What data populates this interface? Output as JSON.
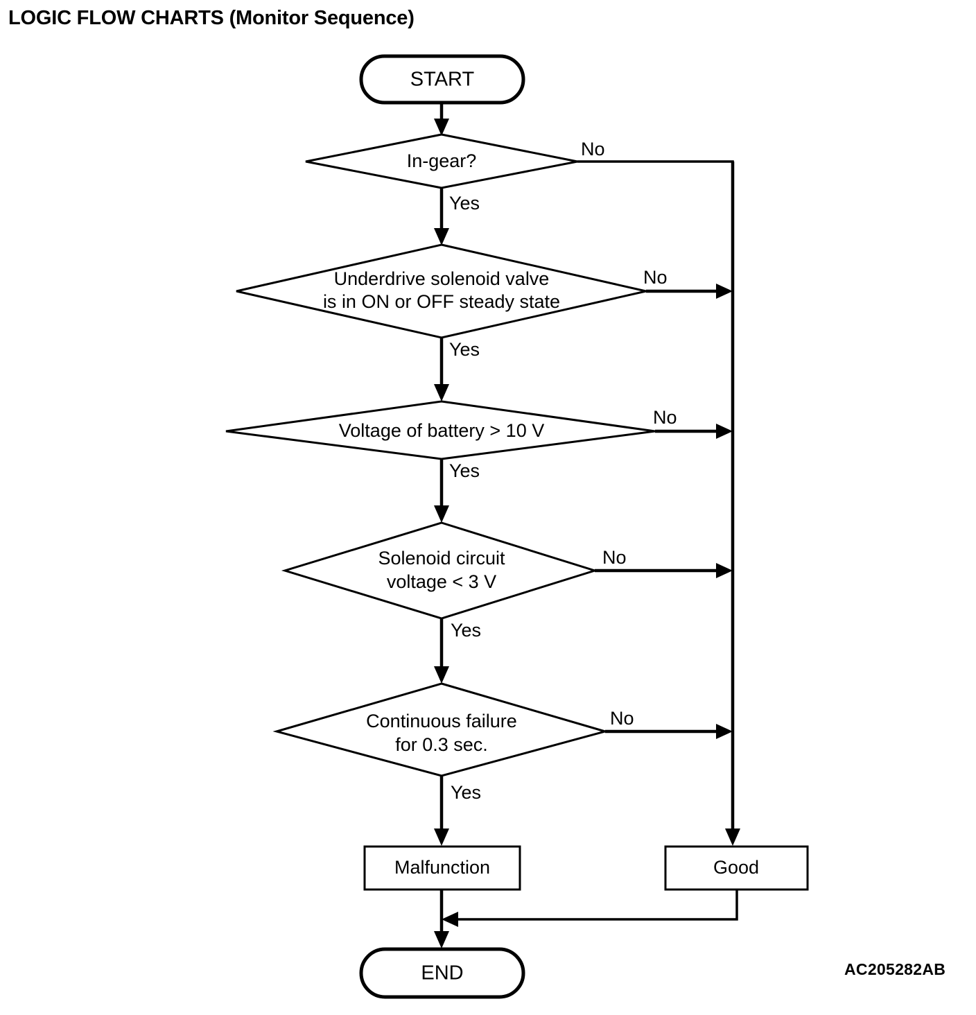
{
  "page": {
    "title": "LOGIC FLOW CHARTS (Monitor Sequence)",
    "reference_code": "AC205282AB",
    "background_color": "#ffffff",
    "line_color": "#000000"
  },
  "chart_data": {
    "type": "diagram",
    "subtype": "flowchart",
    "title": "LOGIC FLOW CHARTS (Monitor Sequence)",
    "orientation": "top-to-bottom",
    "nodes": [
      {
        "id": "start",
        "shape": "terminator",
        "label": "START"
      },
      {
        "id": "d1",
        "shape": "decision",
        "label": "In-gear?",
        "lines": [
          "In-gear?"
        ]
      },
      {
        "id": "d2",
        "shape": "decision",
        "label": "Underdrive solenoid valve is in ON or OFF steady state",
        "lines": [
          "Underdrive solenoid valve",
          "is in ON or OFF steady state"
        ]
      },
      {
        "id": "d3",
        "shape": "decision",
        "label": "Voltage of battery > 10 V",
        "lines": [
          "Voltage of battery > 10 V"
        ]
      },
      {
        "id": "d4",
        "shape": "decision",
        "label": "Solenoid circuit voltage < 3 V",
        "lines": [
          "Solenoid circuit",
          "voltage < 3 V"
        ]
      },
      {
        "id": "d5",
        "shape": "decision",
        "label": "Continuous failure for 0.3 sec.",
        "lines": [
          "Continuous failure",
          "for 0.3 sec."
        ]
      },
      {
        "id": "malfunction",
        "shape": "process",
        "label": "Malfunction"
      },
      {
        "id": "good",
        "shape": "process",
        "label": "Good"
      },
      {
        "id": "end",
        "shape": "terminator",
        "label": "END"
      }
    ],
    "edges": [
      {
        "from": "start",
        "to": "d1",
        "label": ""
      },
      {
        "from": "d1",
        "to": "d2",
        "label": "Yes"
      },
      {
        "from": "d1",
        "to": "good",
        "label": "No"
      },
      {
        "from": "d2",
        "to": "d3",
        "label": "Yes"
      },
      {
        "from": "d2",
        "to": "good",
        "label": "No"
      },
      {
        "from": "d3",
        "to": "d4",
        "label": "Yes"
      },
      {
        "from": "d3",
        "to": "good",
        "label": "No"
      },
      {
        "from": "d4",
        "to": "d5",
        "label": "Yes"
      },
      {
        "from": "d4",
        "to": "good",
        "label": "No"
      },
      {
        "from": "d5",
        "to": "malfunction",
        "label": "Yes"
      },
      {
        "from": "d5",
        "to": "good",
        "label": "No"
      },
      {
        "from": "malfunction",
        "to": "end",
        "label": ""
      },
      {
        "from": "good",
        "to": "end",
        "label": ""
      }
    ],
    "labels": {
      "yes": "Yes",
      "no": "No"
    }
  },
  "nodes": {
    "start": {
      "label": "START"
    },
    "decision1": {
      "line1": "In-gear?"
    },
    "decision2": {
      "line1": "Underdrive solenoid valve",
      "line2": "is in ON or OFF steady state"
    },
    "decision3": {
      "line1": "Voltage of battery > 10 V"
    },
    "decision4": {
      "line1": "Solenoid circuit",
      "line2": "voltage < 3 V"
    },
    "decision5": {
      "line1": "Continuous failure",
      "line2": "for 0.3 sec."
    },
    "malfunction": {
      "label": "Malfunction"
    },
    "good": {
      "label": "Good"
    },
    "end": {
      "label": "END"
    }
  },
  "edge_labels": {
    "no1": "No",
    "yes1": "Yes",
    "no2": "No",
    "yes2": "Yes",
    "no3": "No",
    "yes3": "Yes",
    "no4": "No",
    "yes4": "Yes",
    "no5": "No",
    "yes5": "Yes"
  }
}
